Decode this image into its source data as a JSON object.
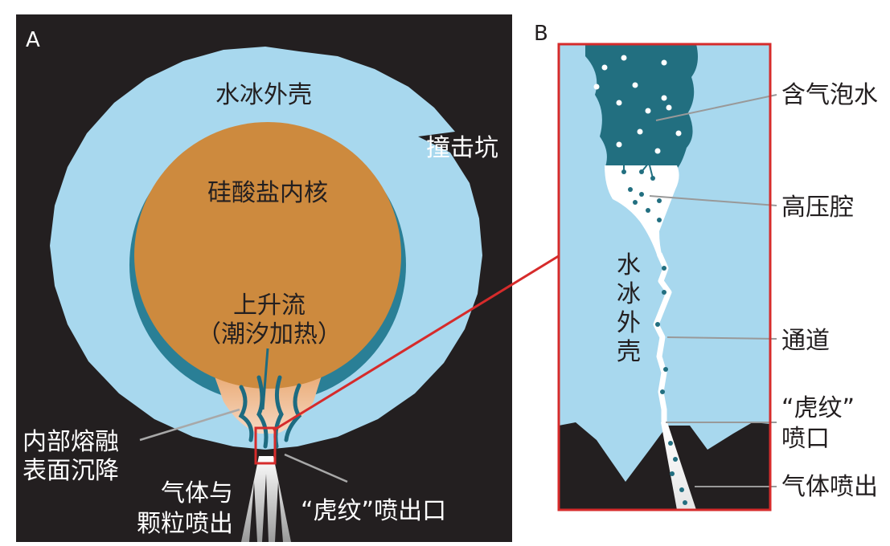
{
  "panel_a": {
    "letter": "A",
    "labels": {
      "ice_shell": "水冰外壳",
      "crater": "撞击坑",
      "core": "硅酸盐内核",
      "upwelling_line1": "上升流",
      "upwelling_line2": "（潮汐加热）",
      "melt_line1": "内部熔融",
      "melt_line2": "表面沉降",
      "gas_line1": "气体与",
      "gas_line2": "颗粒喷出",
      "vent": "“虎纹”喷出口"
    }
  },
  "panel_b": {
    "letter": "B",
    "labels": {
      "bubbly_water": "含气泡水",
      "chamber": "高压腔",
      "shell_chars": [
        "水",
        "冰",
        "外",
        "壳"
      ],
      "channel": "通道",
      "vent_line1": "“虎纹”",
      "vent_line2": "喷口",
      "gas_out": "气体喷出"
    }
  },
  "colors": {
    "space": "#231f20",
    "ice": "#a8d8ee",
    "core": "#cd8a3e",
    "ocean": "#2a7f96",
    "bubbly": "#226f80",
    "highlight": "#d62b2b"
  }
}
